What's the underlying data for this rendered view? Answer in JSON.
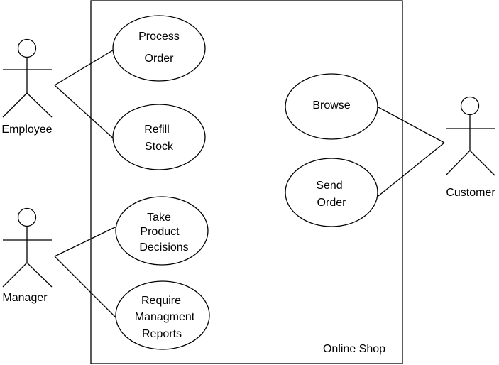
{
  "system": {
    "label": "Online Shop"
  },
  "actors": {
    "employee": "Employee",
    "manager": "Manager",
    "customer": "Customer"
  },
  "use_cases": {
    "process_order": [
      "Process",
      "Order"
    ],
    "refill_stock": [
      "Refill",
      "Stock"
    ],
    "take_product_decisions": [
      "Take",
      "Product",
      "Decisions"
    ],
    "require_reports": [
      "Require",
      "Managment",
      "Reports"
    ],
    "browse": [
      "Browse"
    ],
    "send_order": [
      "Send",
      "Order"
    ]
  }
}
